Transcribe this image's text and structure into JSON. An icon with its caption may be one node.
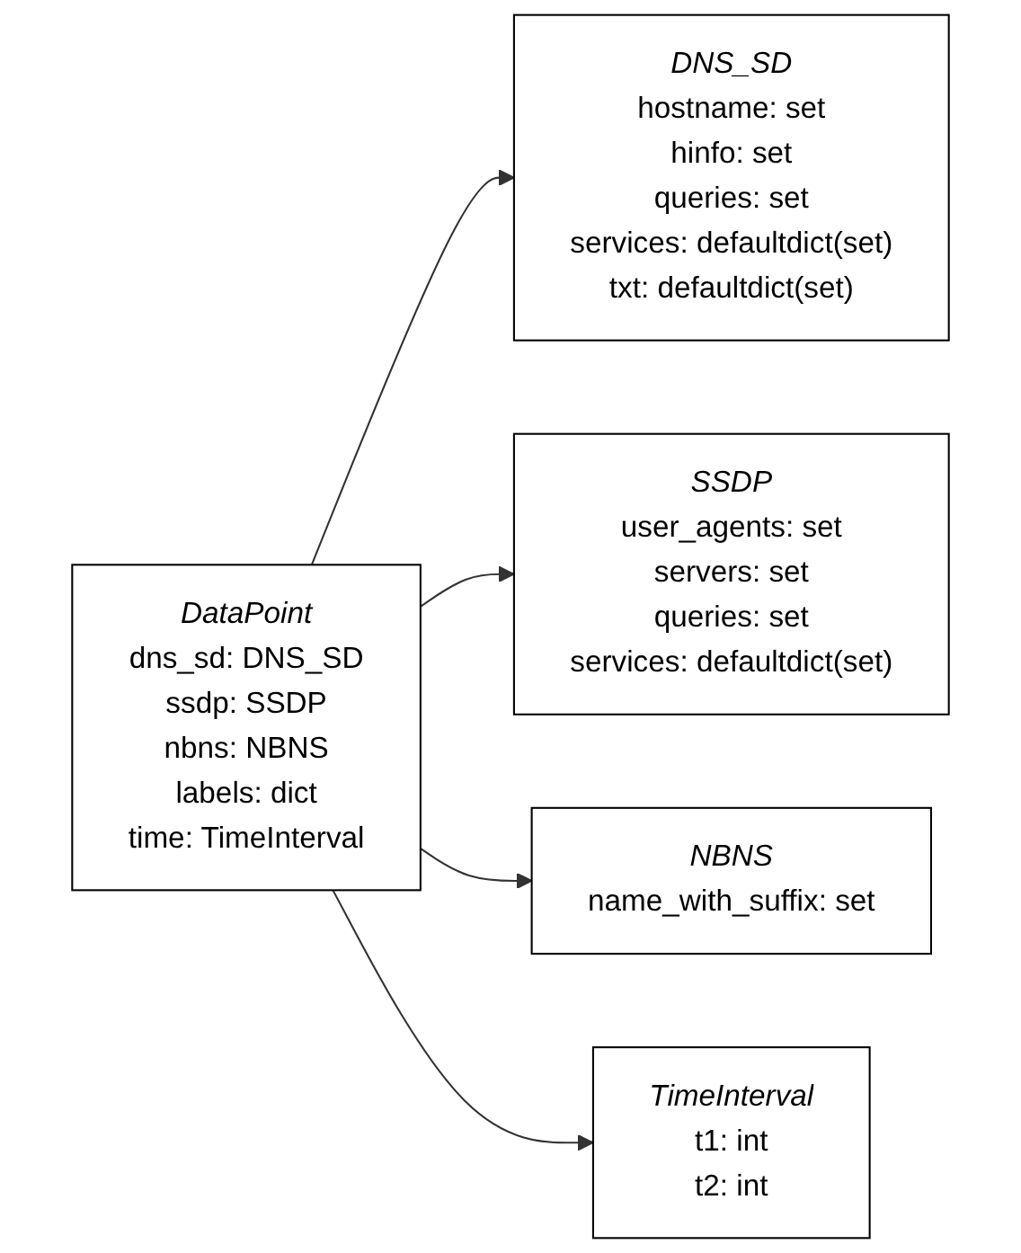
{
  "diagram": {
    "nodes": [
      {
        "text": [
          "DataPoint",
          "dns_sd: DNS_SD",
          "ssdp: SSDP",
          "nbns: NBNS",
          "labels: dict",
          "time: TimeInterval"
        ]
      },
      {
        "text": [
          "DNS_SD",
          "hostname: set",
          "hinfo: set",
          "queries: set",
          "services: defaultdict(set)",
          "txt: defaultdict(set)"
        ]
      },
      {
        "text": [
          "SSDP",
          "user_agents: set",
          "servers: set",
          "queries: set",
          "services: defaultdict(set)"
        ]
      },
      {
        "text": [
          "NBNS",
          "name_with_suffix: set"
        ]
      },
      {
        "text": [
          "TimeInterval",
          "t1: int",
          "t2: int"
        ]
      }
    ],
    "edges": [
      {
        "from": 0,
        "to": 1,
        "arrow": "to"
      },
      {
        "from": 0,
        "to": 2,
        "arrow": "to"
      },
      {
        "from": 0,
        "to": 3,
        "arrow": "to"
      },
      {
        "from": 0,
        "to": 4,
        "arrow": "to"
      }
    ]
  }
}
